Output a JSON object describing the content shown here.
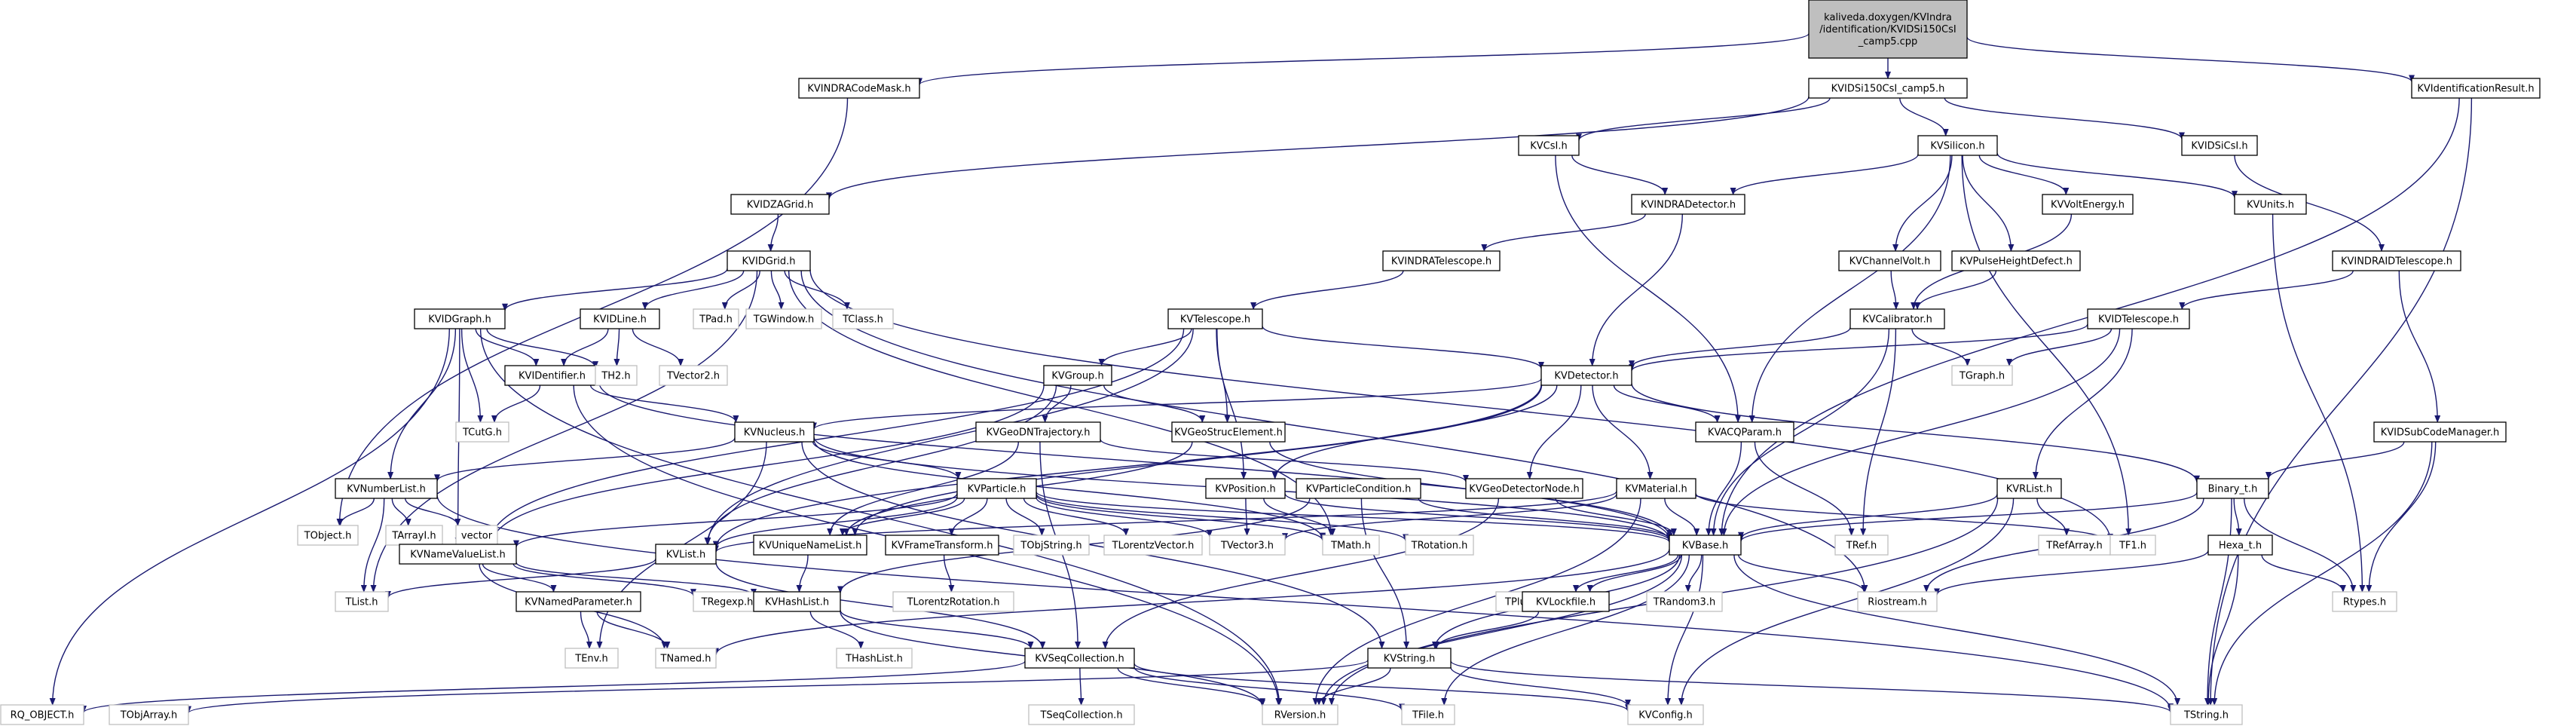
{
  "colors": {
    "edge": "#191970",
    "box_border": "#000000",
    "external_border": "#bfbfbf",
    "root_fill": "#bfbfbf"
  },
  "nodes": [
    {
      "id": "root",
      "lines": [
        "kaliveda.doxygen/KVIndra",
        "/identification/KVIDSi150CsI",
        "_camp5.cpp"
      ],
      "kind": "root"
    },
    {
      "id": "codemask",
      "lines": [
        "KVINDRACodeMask.h"
      ],
      "kind": "doc"
    },
    {
      "id": "si150",
      "lines": [
        "KVIDSi150CsI_camp5.h"
      ],
      "kind": "doc"
    },
    {
      "id": "idres",
      "lines": [
        "KVIdentificationResult.h"
      ],
      "kind": "doc"
    },
    {
      "id": "csi",
      "lines": [
        "KVCsI.h"
      ],
      "kind": "doc"
    },
    {
      "id": "silicon",
      "lines": [
        "KVSilicon.h"
      ],
      "kind": "doc"
    },
    {
      "id": "idsicsi",
      "lines": [
        "KVIDSiCsI.h"
      ],
      "kind": "doc"
    },
    {
      "id": "zagrid",
      "lines": [
        "KVIDZAGrid.h"
      ],
      "kind": "doc"
    },
    {
      "id": "indradet",
      "lines": [
        "KVINDRADetector.h"
      ],
      "kind": "doc"
    },
    {
      "id": "voltenergy",
      "lines": [
        "KVVoltEnergy.h"
      ],
      "kind": "doc"
    },
    {
      "id": "units",
      "lines": [
        "KVUnits.h"
      ],
      "kind": "doc"
    },
    {
      "id": "idgrid",
      "lines": [
        "KVIDGrid.h"
      ],
      "kind": "doc"
    },
    {
      "id": "indratel",
      "lines": [
        "KVINDRATelescope.h"
      ],
      "kind": "doc"
    },
    {
      "id": "chanvolt",
      "lines": [
        "KVChannelVolt.h"
      ],
      "kind": "doc"
    },
    {
      "id": "pulsedef",
      "lines": [
        "KVPulseHeightDefect.h"
      ],
      "kind": "doc"
    },
    {
      "id": "indraidtel",
      "lines": [
        "KVINDRAIDTelescope.h"
      ],
      "kind": "doc"
    },
    {
      "id": "idgraph",
      "lines": [
        "KVIDGraph.h"
      ],
      "kind": "doc"
    },
    {
      "id": "idline",
      "lines": [
        "KVIDLine.h"
      ],
      "kind": "doc"
    },
    {
      "id": "tpad",
      "lines": [
        "TPad.h"
      ],
      "kind": "ext"
    },
    {
      "id": "tgwindow",
      "lines": [
        "TGWindow.h"
      ],
      "kind": "ext"
    },
    {
      "id": "tclass",
      "lines": [
        "TClass.h"
      ],
      "kind": "ext"
    },
    {
      "id": "telescope",
      "lines": [
        "KVTelescope.h"
      ],
      "kind": "doc"
    },
    {
      "id": "calibrator",
      "lines": [
        "KVCalibrator.h"
      ],
      "kind": "doc"
    },
    {
      "id": "idtelescope",
      "lines": [
        "KVIDTelescope.h"
      ],
      "kind": "doc"
    },
    {
      "id": "identifier",
      "lines": [
        "KVIDentifier.h"
      ],
      "kind": "doc"
    },
    {
      "id": "th2",
      "lines": [
        "TH2.h"
      ],
      "kind": "ext"
    },
    {
      "id": "tvector2",
      "lines": [
        "TVector2.h"
      ],
      "kind": "ext"
    },
    {
      "id": "group",
      "lines": [
        "KVGroup.h"
      ],
      "kind": "doc"
    },
    {
      "id": "detector",
      "lines": [
        "KVDetector.h"
      ],
      "kind": "doc"
    },
    {
      "id": "tgraph",
      "lines": [
        "TGraph.h"
      ],
      "kind": "ext"
    },
    {
      "id": "tcutg",
      "lines": [
        "TCutG.h"
      ],
      "kind": "ext"
    },
    {
      "id": "nucleus",
      "lines": [
        "KVNucleus.h"
      ],
      "kind": "doc"
    },
    {
      "id": "geodn",
      "lines": [
        "KVGeoDNTrajectory.h"
      ],
      "kind": "doc"
    },
    {
      "id": "geostruc",
      "lines": [
        "KVGeoStrucElement.h"
      ],
      "kind": "doc"
    },
    {
      "id": "acqparam",
      "lines": [
        "KVACQParam.h"
      ],
      "kind": "doc"
    },
    {
      "id": "subcode",
      "lines": [
        "KVIDSubCodeManager.h"
      ],
      "kind": "doc"
    },
    {
      "id": "numberlist",
      "lines": [
        "KVNumberList.h"
      ],
      "kind": "doc"
    },
    {
      "id": "particle",
      "lines": [
        "KVParticle.h"
      ],
      "kind": "doc"
    },
    {
      "id": "position",
      "lines": [
        "KVPosition.h"
      ],
      "kind": "doc"
    },
    {
      "id": "partcond",
      "lines": [
        "KVParticleCondition.h"
      ],
      "kind": "doc"
    },
    {
      "id": "geodetnode",
      "lines": [
        "KVGeoDetectorNode.h"
      ],
      "kind": "doc"
    },
    {
      "id": "material",
      "lines": [
        "KVMaterial.h"
      ],
      "kind": "doc"
    },
    {
      "id": "rlist",
      "lines": [
        "KVRList.h"
      ],
      "kind": "doc"
    },
    {
      "id": "binary",
      "lines": [
        "Binary_t.h"
      ],
      "kind": "doc"
    },
    {
      "id": "tobject",
      "lines": [
        "TObject.h"
      ],
      "kind": "ext"
    },
    {
      "id": "tarrayi",
      "lines": [
        "TArrayI.h"
      ],
      "kind": "ext"
    },
    {
      "id": "vector",
      "lines": [
        "vector"
      ],
      "kind": "ext"
    },
    {
      "id": "namevalue",
      "lines": [
        "KVNameValueList.h"
      ],
      "kind": "doc"
    },
    {
      "id": "kvlist",
      "lines": [
        "KVList.h"
      ],
      "kind": "doc"
    },
    {
      "id": "uniquename",
      "lines": [
        "KVUniqueNameList.h"
      ],
      "kind": "doc"
    },
    {
      "id": "frametrans",
      "lines": [
        "KVFrameTransform.h"
      ],
      "kind": "doc"
    },
    {
      "id": "tobjstring",
      "lines": [
        "TObjString.h"
      ],
      "kind": "ext"
    },
    {
      "id": "tlorentzv",
      "lines": [
        "TLorentzVector.h"
      ],
      "kind": "ext"
    },
    {
      "id": "tvector3",
      "lines": [
        "TVector3.h"
      ],
      "kind": "ext"
    },
    {
      "id": "tmath",
      "lines": [
        "TMath.h"
      ],
      "kind": "ext"
    },
    {
      "id": "trotation",
      "lines": [
        "TRotation.h"
      ],
      "kind": "ext"
    },
    {
      "id": "kvbase",
      "lines": [
        "KVBase.h"
      ],
      "kind": "doc"
    },
    {
      "id": "tref",
      "lines": [
        "TRef.h"
      ],
      "kind": "ext"
    },
    {
      "id": "trefarray",
      "lines": [
        "TRefArray.h"
      ],
      "kind": "ext"
    },
    {
      "id": "tf1",
      "lines": [
        "TF1.h"
      ],
      "kind": "ext"
    },
    {
      "id": "hexa",
      "lines": [
        "Hexa_t.h"
      ],
      "kind": "doc"
    },
    {
      "id": "tlist",
      "lines": [
        "TList.h"
      ],
      "kind": "ext"
    },
    {
      "id": "namedparam",
      "lines": [
        "KVNamedParameter.h"
      ],
      "kind": "doc"
    },
    {
      "id": "tregexp",
      "lines": [
        "TRegexp.h"
      ],
      "kind": "ext"
    },
    {
      "id": "hashlist",
      "lines": [
        "KVHashList.h"
      ],
      "kind": "doc"
    },
    {
      "id": "tlorentzr",
      "lines": [
        "TLorentzRotation.h"
      ],
      "kind": "ext"
    },
    {
      "id": "tpluginmgr",
      "lines": [
        "TPluginManager.h"
      ],
      "kind": "ext"
    },
    {
      "id": "lockfile",
      "lines": [
        "KVLockfile.h"
      ],
      "kind": "doc"
    },
    {
      "id": "trandom3",
      "lines": [
        "TRandom3.h"
      ],
      "kind": "ext"
    },
    {
      "id": "riostream",
      "lines": [
        "Riostream.h"
      ],
      "kind": "ext"
    },
    {
      "id": "rtypes",
      "lines": [
        "Rtypes.h"
      ],
      "kind": "ext"
    },
    {
      "id": "tenv",
      "lines": [
        "TEnv.h"
      ],
      "kind": "ext"
    },
    {
      "id": "tnamed",
      "lines": [
        "TNamed.h"
      ],
      "kind": "ext"
    },
    {
      "id": "thashlist",
      "lines": [
        "THashList.h"
      ],
      "kind": "ext"
    },
    {
      "id": "kvstring",
      "lines": [
        "KVString.h"
      ],
      "kind": "doc"
    },
    {
      "id": "seqcoll",
      "lines": [
        "KVSeqCollection.h"
      ],
      "kind": "doc"
    },
    {
      "id": "rqobject",
      "lines": [
        "RQ_OBJECT.h"
      ],
      "kind": "ext"
    },
    {
      "id": "tobjarray",
      "lines": [
        "TObjArray.h"
      ],
      "kind": "ext"
    },
    {
      "id": "tseqcoll",
      "lines": [
        "TSeqCollection.h"
      ],
      "kind": "ext"
    },
    {
      "id": "rversion",
      "lines": [
        "RVersion.h"
      ],
      "kind": "ext"
    },
    {
      "id": "tfile",
      "lines": [
        "TFile.h"
      ],
      "kind": "ext"
    },
    {
      "id": "kvconfig",
      "lines": [
        "KVConfig.h"
      ],
      "kind": "ext"
    },
    {
      "id": "tstring",
      "lines": [
        "TString.h"
      ],
      "kind": "ext"
    }
  ],
  "edges": [
    [
      "root",
      "codemask"
    ],
    [
      "root",
      "si150"
    ],
    [
      "root",
      "idres"
    ],
    [
      "codemask",
      "tobject"
    ],
    [
      "si150",
      "csi"
    ],
    [
      "si150",
      "silicon"
    ],
    [
      "si150",
      "idsicsi"
    ],
    [
      "si150",
      "zagrid"
    ],
    [
      "idres",
      "kvbase"
    ],
    [
      "idres",
      "tstring"
    ],
    [
      "csi",
      "indradet"
    ],
    [
      "csi",
      "acqparam"
    ],
    [
      "silicon",
      "indradet"
    ],
    [
      "silicon",
      "voltenergy"
    ],
    [
      "silicon",
      "units"
    ],
    [
      "silicon",
      "chanvolt"
    ],
    [
      "silicon",
      "pulsedef"
    ],
    [
      "silicon",
      "acqparam"
    ],
    [
      "silicon",
      "tf1"
    ],
    [
      "idsicsi",
      "indraidtel"
    ],
    [
      "zagrid",
      "idgrid"
    ],
    [
      "indradet",
      "indratel"
    ],
    [
      "indradet",
      "detector"
    ],
    [
      "voltenergy",
      "calibrator"
    ],
    [
      "units",
      "rtypes"
    ],
    [
      "idgrid",
      "idgraph"
    ],
    [
      "idgrid",
      "idline"
    ],
    [
      "idgrid",
      "tpad"
    ],
    [
      "idgrid",
      "tgwindow"
    ],
    [
      "idgrid",
      "tclass"
    ],
    [
      "idgrid",
      "riostream"
    ],
    [
      "idgrid",
      "tf1"
    ],
    [
      "idgrid",
      "tlist"
    ],
    [
      "idgrid",
      "tmath"
    ],
    [
      "indratel",
      "telescope"
    ],
    [
      "chanvolt",
      "calibrator"
    ],
    [
      "pulsedef",
      "calibrator"
    ],
    [
      "indraidtel",
      "idtelescope"
    ],
    [
      "indraidtel",
      "subcode"
    ],
    [
      "idgraph",
      "identifier"
    ],
    [
      "idgraph",
      "th2"
    ],
    [
      "idgraph",
      "tcutg"
    ],
    [
      "idgraph",
      "numberlist"
    ],
    [
      "idgraph",
      "namevalue"
    ],
    [
      "idgraph",
      "rqobject"
    ],
    [
      "idgraph",
      "rversion"
    ],
    [
      "idline",
      "identifier"
    ],
    [
      "idline",
      "th2"
    ],
    [
      "idline",
      "tvector2"
    ],
    [
      "telescope",
      "group"
    ],
    [
      "telescope",
      "detector"
    ],
    [
      "telescope",
      "geostruc"
    ],
    [
      "telescope",
      "position"
    ],
    [
      "telescope",
      "kvlist"
    ],
    [
      "telescope",
      "namevalue"
    ],
    [
      "calibrator",
      "detector"
    ],
    [
      "calibrator",
      "tgraph"
    ],
    [
      "calibrator",
      "tref"
    ],
    [
      "calibrator",
      "kvbase"
    ],
    [
      "idtelescope",
      "detector"
    ],
    [
      "idtelescope",
      "tgraph"
    ],
    [
      "idtelescope",
      "rlist"
    ],
    [
      "idtelescope",
      "kvbase"
    ],
    [
      "identifier",
      "nucleus"
    ],
    [
      "identifier",
      "tcutg"
    ],
    [
      "identifier",
      "kvbase"
    ],
    [
      "identifier",
      "rversion"
    ],
    [
      "group",
      "geostruc"
    ],
    [
      "group",
      "geodn"
    ],
    [
      "group",
      "kvlist"
    ],
    [
      "group",
      "namevalue"
    ],
    [
      "detector",
      "nucleus"
    ],
    [
      "detector",
      "acqparam"
    ],
    [
      "detector",
      "geodetnode"
    ],
    [
      "detector",
      "material"
    ],
    [
      "detector",
      "position"
    ],
    [
      "detector",
      "binary"
    ],
    [
      "detector",
      "uniquename"
    ],
    [
      "detector",
      "kvlist"
    ],
    [
      "nucleus",
      "particle"
    ],
    [
      "nucleus",
      "numberlist"
    ],
    [
      "nucleus",
      "kvstring"
    ],
    [
      "nucleus",
      "tenv"
    ],
    [
      "nucleus",
      "tmath"
    ],
    [
      "nucleus",
      "kvbase"
    ],
    [
      "geodn",
      "geodetnode"
    ],
    [
      "geodn",
      "seqcoll"
    ],
    [
      "geodn",
      "uniquename"
    ],
    [
      "geostruc",
      "kvbase"
    ],
    [
      "geostruc",
      "uniquename"
    ],
    [
      "acqparam",
      "kvbase"
    ],
    [
      "acqparam",
      "tref"
    ],
    [
      "subcode",
      "binary"
    ],
    [
      "subcode",
      "rtypes"
    ],
    [
      "subcode",
      "tstring"
    ],
    [
      "numberlist",
      "tobject"
    ],
    [
      "numberlist",
      "tarrayi"
    ],
    [
      "numberlist",
      "vector"
    ],
    [
      "numberlist",
      "tlist"
    ],
    [
      "numberlist",
      "tstring"
    ],
    [
      "particle",
      "namevalue"
    ],
    [
      "particle",
      "kvlist"
    ],
    [
      "particle",
      "uniquename"
    ],
    [
      "particle",
      "frametrans"
    ],
    [
      "particle",
      "tobjstring"
    ],
    [
      "particle",
      "tlorentzv"
    ],
    [
      "particle",
      "tvector3"
    ],
    [
      "particle",
      "tmath"
    ],
    [
      "particle",
      "trotation"
    ],
    [
      "particle",
      "kvbase"
    ],
    [
      "position",
      "tvector3"
    ],
    [
      "position",
      "tmath"
    ],
    [
      "position",
      "kvbase"
    ],
    [
      "partcond",
      "kvbase"
    ],
    [
      "partcond",
      "hashlist"
    ],
    [
      "partcond",
      "kvstring"
    ],
    [
      "geodetnode",
      "kvbase"
    ],
    [
      "geodetnode",
      "seqcoll"
    ],
    [
      "material",
      "kvbase"
    ],
    [
      "material",
      "tf1"
    ],
    [
      "material",
      "tvector3"
    ],
    [
      "material",
      "kvlist"
    ],
    [
      "material",
      "rversion"
    ],
    [
      "rlist",
      "kvbase"
    ],
    [
      "rlist",
      "trefarray"
    ],
    [
      "rlist",
      "rversion"
    ],
    [
      "rlist",
      "kvconfig"
    ],
    [
      "binary",
      "kvbase"
    ],
    [
      "binary",
      "hexa"
    ],
    [
      "binary",
      "rtypes"
    ],
    [
      "binary",
      "riostream"
    ],
    [
      "binary",
      "tstring"
    ],
    [
      "namevalue",
      "namedparam"
    ],
    [
      "namevalue",
      "tregexp"
    ],
    [
      "namevalue",
      "hashlist"
    ],
    [
      "namevalue",
      "tnamed"
    ],
    [
      "kvlist",
      "seqcoll"
    ],
    [
      "kvlist",
      "tlist"
    ],
    [
      "uniquename",
      "hashlist"
    ],
    [
      "frametrans",
      "tlorentzr"
    ],
    [
      "kvbase",
      "tpluginmgr"
    ],
    [
      "kvbase",
      "lockfile"
    ],
    [
      "kvbase",
      "trandom3"
    ],
    [
      "kvbase",
      "riostream"
    ],
    [
      "kvbase",
      "kvstring"
    ],
    [
      "kvbase",
      "tnamed"
    ],
    [
      "kvbase",
      "rversion"
    ],
    [
      "kvbase",
      "tfile"
    ],
    [
      "kvbase",
      "kvconfig"
    ],
    [
      "kvbase",
      "tstring"
    ],
    [
      "hexa",
      "rtypes"
    ],
    [
      "hexa",
      "tstring"
    ],
    [
      "hexa",
      "riostream"
    ],
    [
      "namedparam",
      "tenv"
    ],
    [
      "namedparam",
      "tnamed"
    ],
    [
      "hashlist",
      "seqcoll"
    ],
    [
      "hashlist",
      "thashlist"
    ],
    [
      "hashlist",
      "rversion"
    ],
    [
      "lockfile",
      "kvstring"
    ],
    [
      "kvstring",
      "rversion"
    ],
    [
      "kvstring",
      "kvconfig"
    ],
    [
      "kvstring",
      "tstring"
    ],
    [
      "kvstring",
      "tobjarray"
    ],
    [
      "seqcoll",
      "tseqcoll"
    ],
    [
      "seqcoll",
      "rqobject"
    ],
    [
      "seqcoll",
      "rversion"
    ],
    [
      "seqcoll",
      "tfile"
    ],
    [
      "seqcoll",
      "kvconfig"
    ]
  ]
}
